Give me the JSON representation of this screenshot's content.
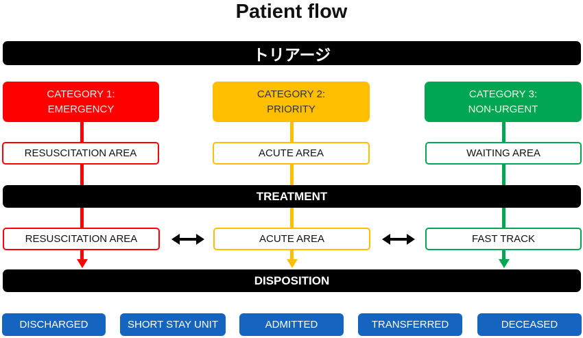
{
  "title": "Patient flow",
  "colors": {
    "category1": "#ff0000",
    "category2": "#ffbf00",
    "category3": "#00a651",
    "bars": "#000000",
    "outcomes": "#1565c0"
  },
  "triage": {
    "label": "トリアージ"
  },
  "treatment": {
    "label": "TREATMENT"
  },
  "disposition": {
    "label": "DISPOSITION"
  },
  "categories": [
    {
      "line1": "CATEGORY  1:",
      "line2": "EMERGENCY",
      "triage_area": "RESUSCITATION AREA",
      "treatment_area": "RESUSCITATION AREA"
    },
    {
      "line1": "CATEGORY  2:",
      "line2": "PRIORITY",
      "triage_area": "ACUTE AREA",
      "treatment_area": "ACUTE AREA"
    },
    {
      "line1": "CATEGORY 3:",
      "line2": "NON-URGENT",
      "triage_area": "WAITING AREA",
      "treatment_area": "FAST TRACK"
    }
  ],
  "outcomes": [
    "DISCHARGED",
    "SHORT STAY UNIT",
    "ADMITTED",
    "TRANSFERRED",
    "DECEASED"
  ]
}
